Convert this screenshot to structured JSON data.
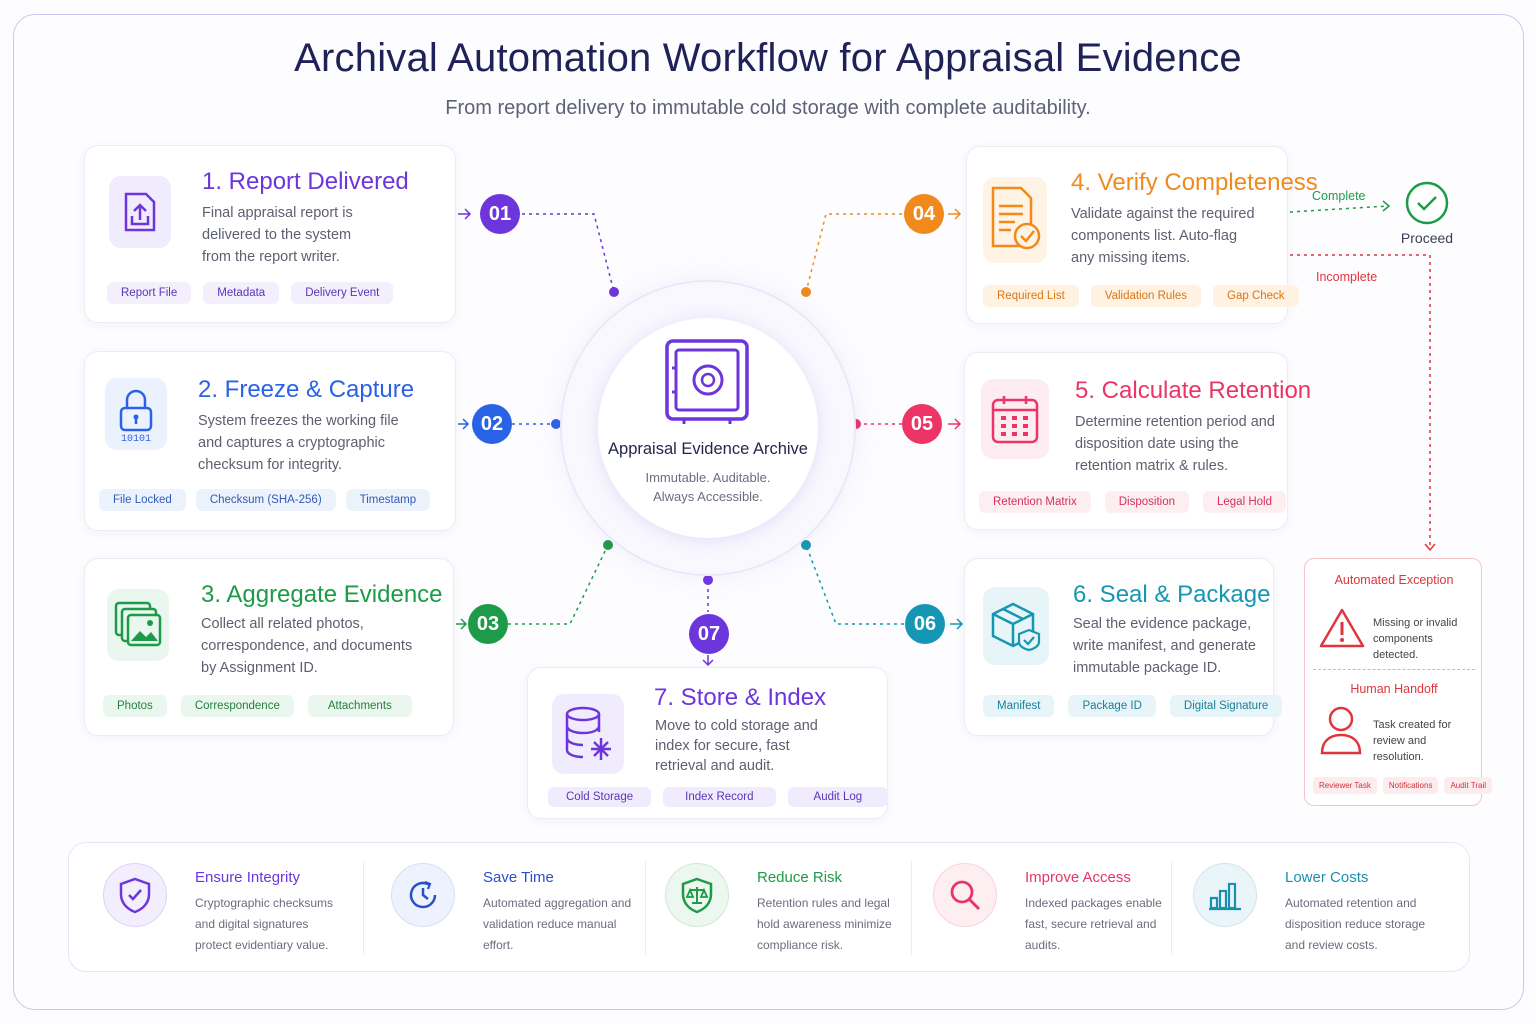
{
  "title": "Archival Automation Workflow for Appraisal Evidence",
  "subtitle": "From report delivery to immutable cold storage with complete auditability.",
  "center": {
    "title": "Appraisal Evidence Archive",
    "line1": "Immutable. Auditable.",
    "line2": "Always Accessible."
  },
  "steps": [
    {
      "num": "01",
      "title": "1. Report Delivered",
      "desc": [
        "Final appraisal report is",
        "delivered to the system",
        "from the report writer."
      ],
      "tags": [
        "Report File",
        "Metadata",
        "Delivery Event"
      ],
      "icon": "upload-file-icon",
      "color": "#6d35dc"
    },
    {
      "num": "02",
      "title": "2. Freeze & Capture",
      "desc": [
        "System freezes the working file",
        "and captures a cryptographic",
        "checksum for integrity."
      ],
      "tags": [
        "File Locked",
        "Checksum (SHA-256)",
        "Timestamp"
      ],
      "icon": "lock-icon",
      "color": "#2a62e6"
    },
    {
      "num": "03",
      "title": "3. Aggregate Evidence",
      "desc": [
        "Collect all related photos,",
        "correspondence, and documents",
        "by Assignment ID."
      ],
      "tags": [
        "Photos",
        "Correspondence",
        "Attachments"
      ],
      "icon": "photos-icon",
      "color": "#1e9b48"
    },
    {
      "num": "04",
      "title": "4. Verify Completeness",
      "desc": [
        "Validate against the required",
        "components list. Auto-flag",
        "any missing items."
      ],
      "tags": [
        "Required List",
        "Validation Rules",
        "Gap Check"
      ],
      "icon": "checklist-icon",
      "color": "#f08a1c"
    },
    {
      "num": "05",
      "title": "5. Calculate Retention",
      "desc": [
        "Determine retention period and",
        "disposition date using the",
        "retention matrix & rules."
      ],
      "tags": [
        "Retention Matrix",
        "Disposition",
        "Legal Hold"
      ],
      "icon": "calendar-icon",
      "color": "#ec3466"
    },
    {
      "num": "06",
      "title": "6. Seal & Package",
      "desc": [
        "Seal the evidence package,",
        "write manifest, and generate",
        "immutable package ID."
      ],
      "tags": [
        "Manifest",
        "Package ID",
        "Digital Signature"
      ],
      "icon": "package-icon",
      "color": "#1597b3"
    },
    {
      "num": "07",
      "title": "7. Store & Index",
      "desc": [
        "Move to cold storage and",
        "index for secure, fast",
        "retrieval and audit."
      ],
      "tags": [
        "Cold Storage",
        "Index Record",
        "Audit Log"
      ],
      "icon": "database-icon",
      "color": "#6d35dc"
    }
  ],
  "lock_code": "10101",
  "decision": {
    "complete": "Complete",
    "proceed": "Proceed",
    "incomplete": "Incomplete"
  },
  "exception": {
    "title": "Automated Exception",
    "desc": "Missing or invalid components detected.",
    "handoff_title": "Human Handoff",
    "handoff_desc": "Task created for review and resolution.",
    "tags": [
      "Reviewer Task",
      "Notifications",
      "Audit Trail"
    ]
  },
  "benefits": [
    {
      "title": "Ensure Integrity",
      "desc": "Cryptographic checksums and digital signatures protect evidentiary value.",
      "icon": "shield-check-icon",
      "color": "#6d35dc"
    },
    {
      "title": "Save Time",
      "desc": "Automated aggregation and validation reduce manual effort.",
      "icon": "clock-icon",
      "color": "#2a4fc8"
    },
    {
      "title": "Reduce Risk",
      "desc": "Retention rules and legal hold awareness minimize compliance risk.",
      "icon": "scale-shield-icon",
      "color": "#1e9b48"
    },
    {
      "title": "Improve Access",
      "desc": "Indexed packages enable fast, secure retrieval and audits.",
      "icon": "search-icon",
      "color": "#e83565"
    },
    {
      "title": "Lower Costs",
      "desc": "Automated retention and disposition reduce storage and review costs.",
      "icon": "bar-chart-icon",
      "color": "#1a8fb0"
    }
  ]
}
